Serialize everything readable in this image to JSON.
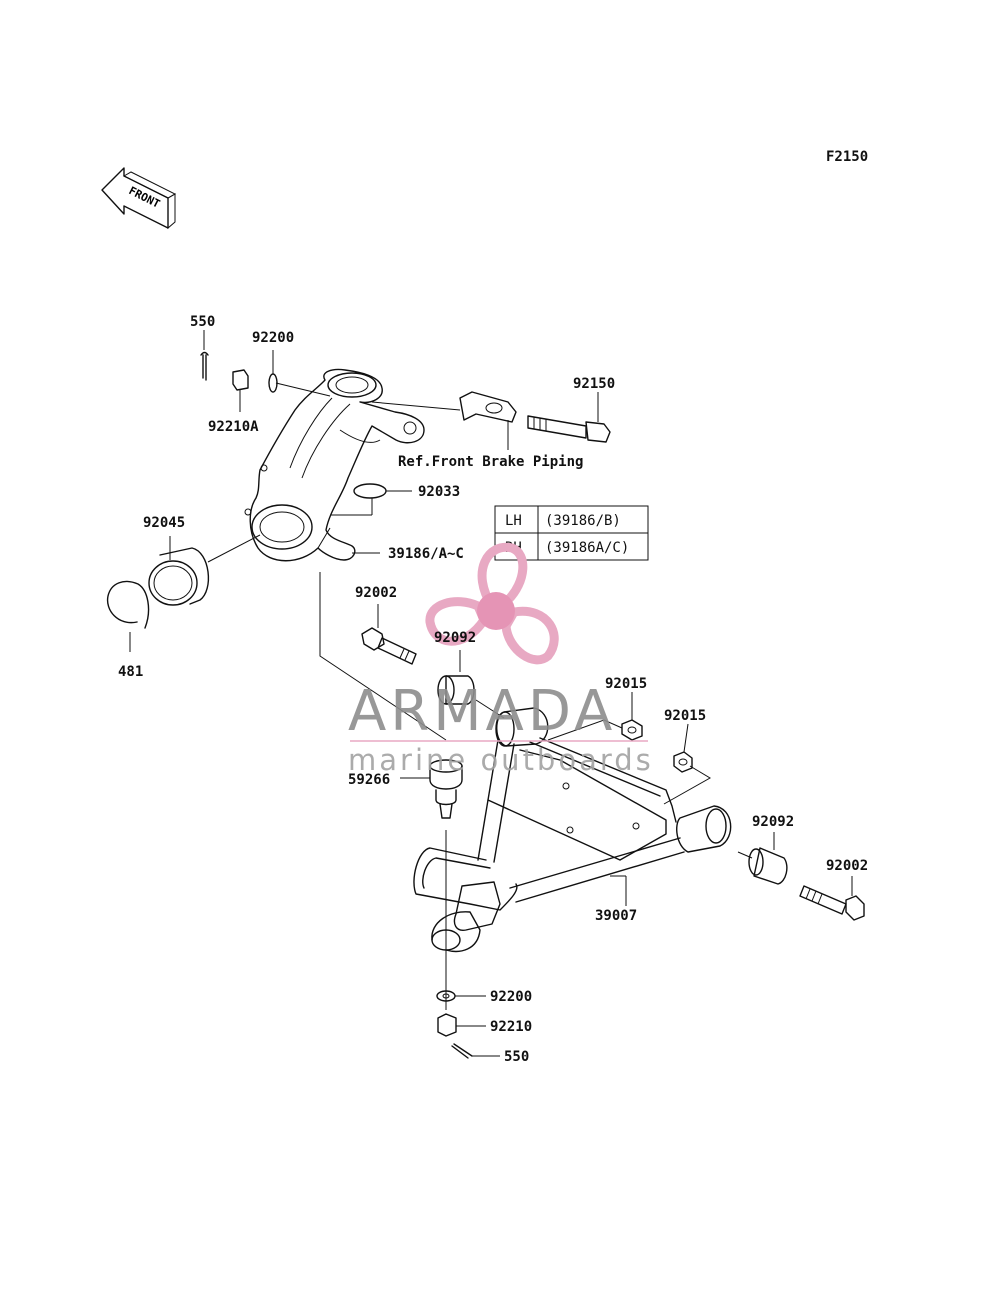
{
  "diagram_id": "F2150",
  "front_arrow_label": "FRONT",
  "reference_note": "Ref.Front Brake Piping",
  "part_labels": {
    "p550_top": "550",
    "p92200_top": "92200",
    "p92210A": "92210A",
    "p92150": "92150",
    "p92033": "92033",
    "p92045": "92045",
    "p39186": "39186/A~C",
    "p481": "481",
    "p92002_left": "92002",
    "p92092_left": "92092",
    "p92015_a": "92015",
    "p92015_b": "92015",
    "p59266": "59266",
    "p92092_right": "92092",
    "p92002_right": "92002",
    "p39007": "39007",
    "p92200_bottom": "92200",
    "p92210": "92210",
    "p550_bottom": "550"
  },
  "side_table": {
    "rows": [
      {
        "side": "LH",
        "part": "(39186/B)"
      },
      {
        "side": "RH",
        "part": "(39186A/C)"
      }
    ]
  },
  "watermark": {
    "title": "ARMADA",
    "subtitle": "marine outboards",
    "logo_color": "#e8a9c3",
    "logo_hub_color": "#e594b5"
  }
}
